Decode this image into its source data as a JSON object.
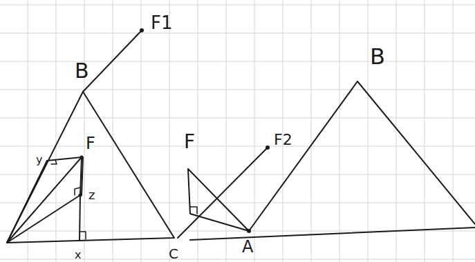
{
  "diagram": {
    "labels": [
      "F1",
      "B",
      "F",
      "y",
      "z",
      "x",
      "C",
      "F2",
      "F",
      "A",
      "B"
    ]
  }
}
